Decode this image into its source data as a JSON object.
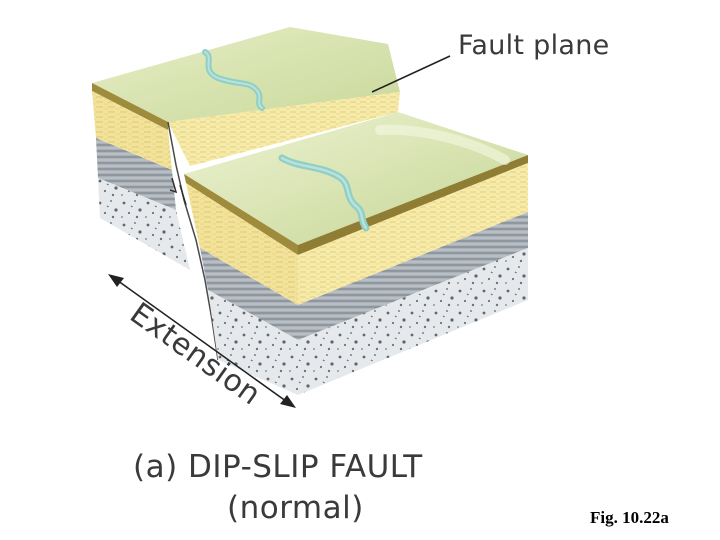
{
  "labels": {
    "fault_plane": "Fault plane",
    "extension": "Extension",
    "caption_title": "(a) DIP-SLIP FAULT",
    "caption_subtitle": "(normal)",
    "figure_ref": "Fig. 10.22a"
  },
  "colors": {
    "surface_green": "#d9e6b4",
    "surface_green_light": "#e9f0cc",
    "sandstone": "#f3e39a",
    "sandstone_line": "#d9c26a",
    "topsoil_brown": "#9e8b3c",
    "shale_gray": "#9ea5ad",
    "shale_dark": "#6f7780",
    "conglomerate": "#e3e7ea",
    "river": "#8fcfc6",
    "text": "#3a3a3a"
  }
}
